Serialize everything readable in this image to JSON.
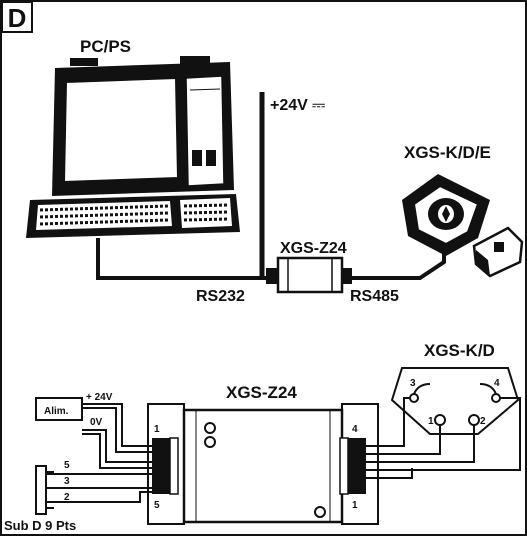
{
  "panel": {
    "letter": "D"
  },
  "top": {
    "pc_label": "PC/PS",
    "power_label": "+24V ⎓",
    "device_label": "XGS-K/D/E",
    "converter_label": "XGS-Z24",
    "link_left": "RS232",
    "link_right": "RS485"
  },
  "bottom": {
    "converter_label": "XGS-Z24",
    "device_label": "XGS-K/D",
    "power_box": "Alim.",
    "plus_label": "+ 24V",
    "zero_label": "0V",
    "connector_label": "Sub D 9 Pts",
    "left_terminal_top": "1",
    "left_terminal_bottom": "5",
    "right_terminal_top": "4",
    "right_terminal_bottom": "1",
    "dev_pin_3": "3",
    "dev_pin_4": "4",
    "dev_pin_1": "1",
    "dev_pin_2": "2",
    "subd_pin_5": "5",
    "subd_pin_3": "3",
    "subd_pin_2": "2"
  }
}
